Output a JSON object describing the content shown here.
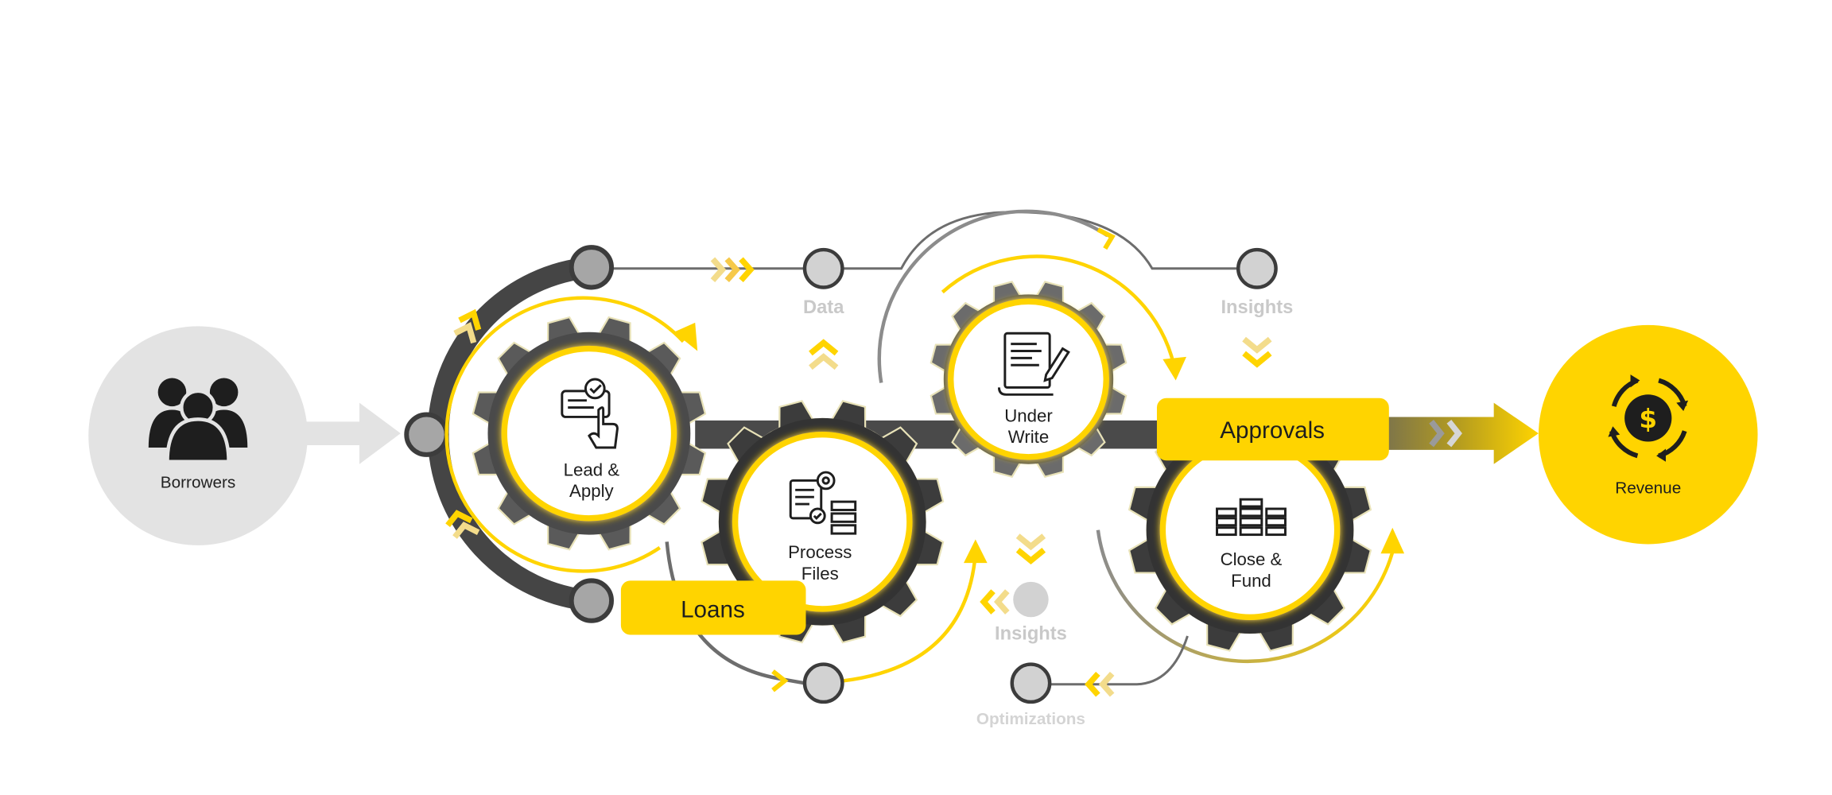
{
  "diagram": {
    "borrowers": {
      "label": "Borrowers",
      "icon": "people-group-icon"
    },
    "revenue": {
      "label": "Revenue",
      "icon": "dollar-cycle-icon"
    },
    "gears": {
      "lead_apply": {
        "line1": "Lead &",
        "line2": "Apply",
        "icon": "form-check-hand-icon"
      },
      "process_files": {
        "line1": "Process",
        "line2": "Files",
        "icon": "document-gear-icon"
      },
      "under_write": {
        "line1": "Under",
        "line2": "Write",
        "icon": "contract-pen-icon"
      },
      "close_fund": {
        "line1": "Close &",
        "line2": "Fund",
        "icon": "coin-stacks-icon"
      }
    },
    "tags": {
      "loans": "Loans",
      "approvals": "Approvals"
    },
    "flow_labels": {
      "data": "Data",
      "insights_top": "Insights",
      "insights_bottom": "Insights",
      "optimizations": "Optimizations"
    },
    "colors": {
      "accent": "#FFD400",
      "gear_dark": "#3C3C3C",
      "gear_mid": "#5E5E5E",
      "node_gray": "#A6A6A6",
      "node_light": "#D2D2D2",
      "disk_gray": "#E3E3E3",
      "faded_text": "#C9C9C9"
    }
  }
}
